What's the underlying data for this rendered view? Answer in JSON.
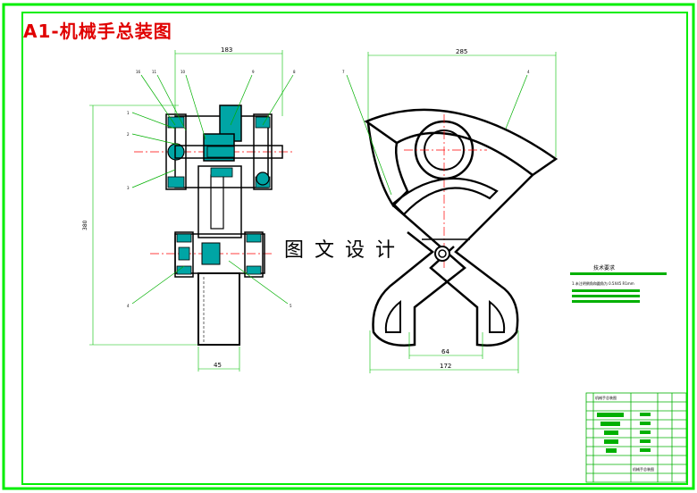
{
  "title": "A1-机械手总装图",
  "watermark": "图文设计",
  "colors": {
    "frame": "#00ee00",
    "title": "#e00000",
    "part": "#000000",
    "hatch": "#00a5a5",
    "center_line": "#ff0000",
    "leader": "#00b000",
    "dim_line": "#00c000"
  },
  "left_view": {
    "part_numbers": [
      "16",
      "11",
      "10",
      "9",
      "8",
      "1",
      "2",
      "3",
      "4",
      "5"
    ],
    "dimensions": {
      "top_width": "183",
      "height": "380",
      "bottom_width": "45"
    }
  },
  "right_view": {
    "part_numbers": [
      "7",
      "4"
    ],
    "dimensions": {
      "top_width": "285",
      "opening": "64",
      "bottom_width": "172"
    }
  },
  "tech_requirements": {
    "title": "技术要求",
    "line1": "1.未注明倒角和圆角为 0.5X45 R1mm"
  },
  "title_block": {
    "header": "机械手总装图",
    "name": "机械手总装图"
  }
}
